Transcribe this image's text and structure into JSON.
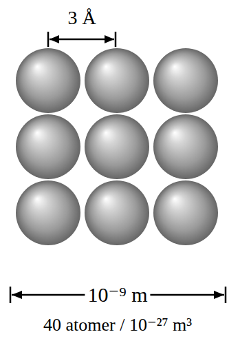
{
  "diagram": {
    "labels": [
      "3 Å",
      "10⁻⁹ m",
      "40 atomer / 10⁻²⁷ m³"
    ]
  }
}
